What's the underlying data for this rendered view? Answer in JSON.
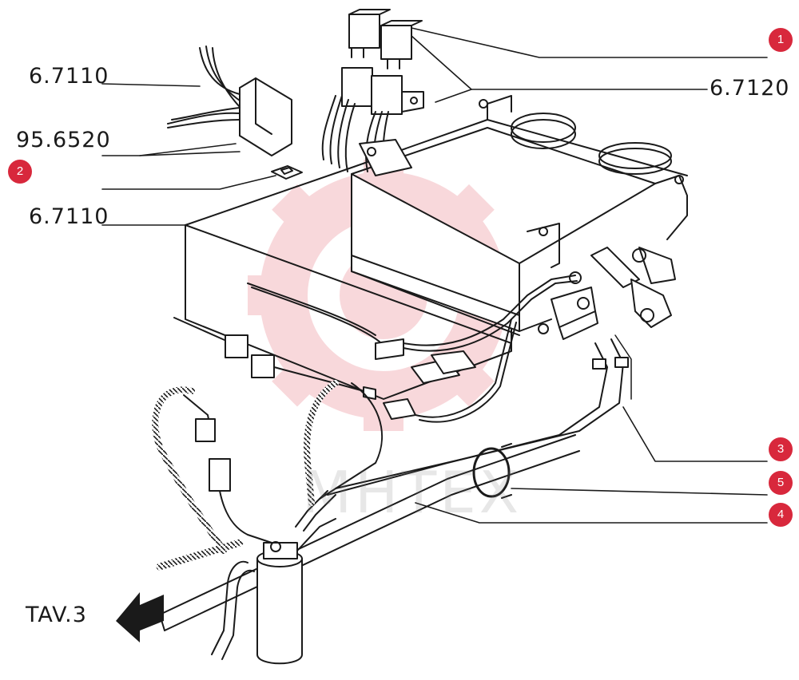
{
  "labels": {
    "code_1": "6.7110",
    "code_2": "95.6520",
    "code_3": "6.7110",
    "code_4": "6.7120",
    "tav": "TAV.3"
  },
  "badges": [
    "1",
    "2",
    "3",
    "4",
    "5"
  ],
  "watermark": "MHTEX",
  "colors": {
    "badge": "#d8283c",
    "line": "#1a1a1a",
    "watermark": "#f4b9bf"
  }
}
